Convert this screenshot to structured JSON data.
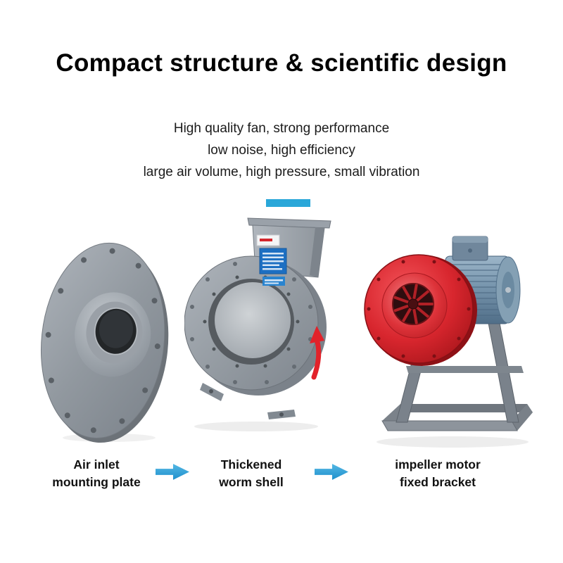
{
  "page": {
    "title": "Compact structure & scientific design",
    "subtitle_lines": [
      "High quality fan, strong performance",
      "low noise, high efficiency",
      "large air volume, high pressure, small vibration"
    ]
  },
  "colors": {
    "accent_blue": "#2aa7d9",
    "flow_arrow_blue": "#1a8cca",
    "impeller_red": "#d8262e",
    "metal_gray": "#9199a1",
    "motor_blue_gray": "#7795ad"
  },
  "icons": {
    "flow_arrow": "right-arrow"
  },
  "components": [
    {
      "label_line1": "Air inlet",
      "label_line2": "mounting plate"
    },
    {
      "label_line1": "Thickened",
      "label_line2": "worm shell"
    },
    {
      "label_line1": "impeller motor",
      "label_line2": "fixed bracket"
    }
  ]
}
